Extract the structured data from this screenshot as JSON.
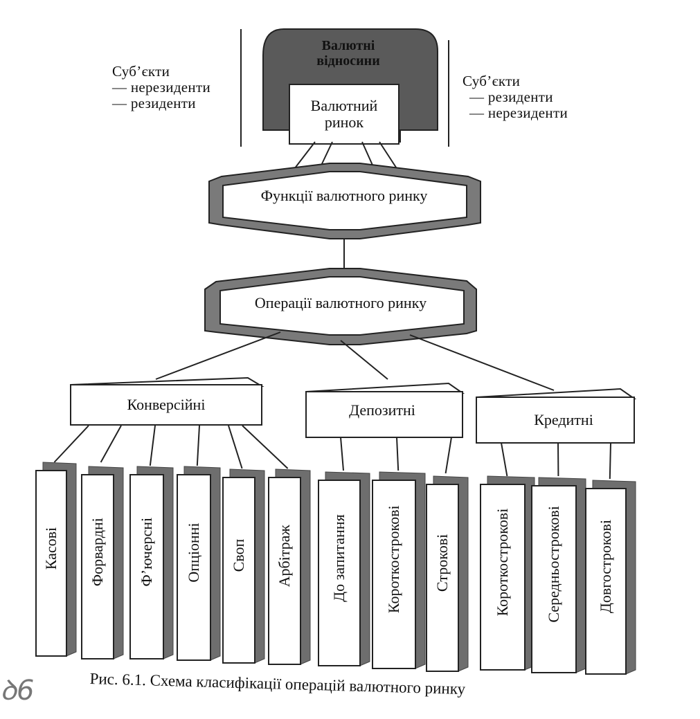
{
  "root": {
    "outer_label": "Валютні відносини",
    "inner_label": "Валютний ринок"
  },
  "left_subjects": {
    "title": "Суб’єкти",
    "items": [
      "— нерезиденти",
      "— резиденти"
    ]
  },
  "right_subjects": {
    "title": "Суб’єкти",
    "items": [
      "— резиденти",
      "— нерезиденти"
    ]
  },
  "functions_label": "Функції валютного ринку",
  "operations_label": "Операції валютного ринку",
  "categories": [
    {
      "label": "Конверсійні",
      "items": [
        "Касові",
        "Форвардні",
        "Ф’ючерсні",
        "Опціонні",
        "Своп",
        "Арбітраж"
      ]
    },
    {
      "label": "Депозитні",
      "items": [
        "До запитання",
        "Короткострокові",
        "Строкові"
      ]
    },
    {
      "label": "Кредитні",
      "items": [
        "Короткострокові",
        "Середньострокові",
        "Довгострокові"
      ]
    }
  ],
  "caption": "Рис. 6.1. Схема класифікації операцій валютного ринку",
  "colors": {
    "dark_fill": "#5a5a5a",
    "shadow": "#6e6e6e",
    "line": "#222222"
  }
}
